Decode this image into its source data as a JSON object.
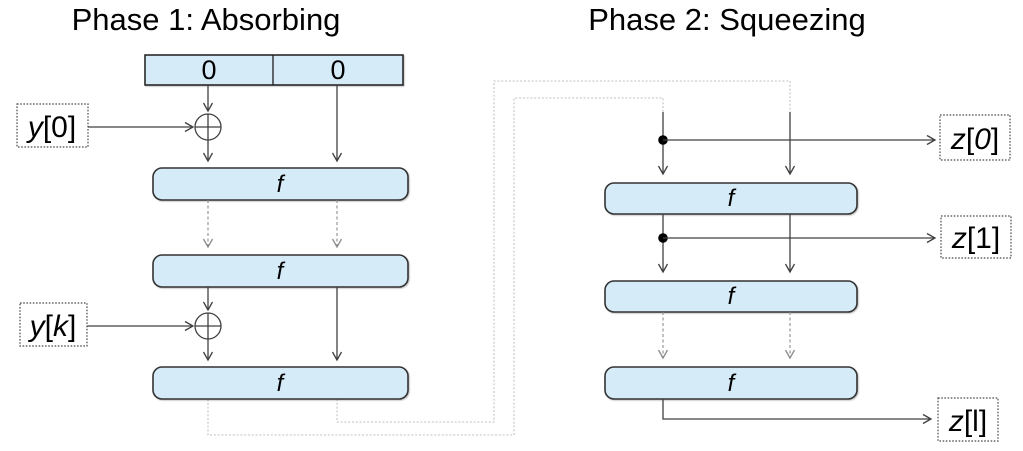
{
  "colors": {
    "box_fill": "#d6ebf8",
    "box_border": "#333333",
    "arrow": "#404040",
    "repeat_arrow": "#8c8c8c",
    "wrap_line": "#c2c2c2",
    "io_border": "#4a4a4a",
    "text": "#000000"
  },
  "phase1": {
    "title": "Phase 1: Absorbing",
    "state_register": {
      "cells": [
        "0",
        "0"
      ]
    },
    "f_boxes": [
      "f",
      "f",
      "f"
    ],
    "inputs": [
      {
        "var": "y",
        "open": "[",
        "index": "0",
        "close": "]"
      },
      {
        "var": "y",
        "open": "[",
        "index": "k",
        "close": "]"
      }
    ]
  },
  "phase2": {
    "title": "Phase 2: Squeezing",
    "f_boxes": [
      "f",
      "f",
      "f"
    ],
    "outputs": [
      {
        "var": "z",
        "open": "[",
        "index": "0",
        "close": "]"
      },
      {
        "var": "z",
        "open": "[",
        "index": "1",
        "close": "]"
      },
      {
        "var": "z",
        "open": "[",
        "index": "l",
        "close": "]"
      }
    ]
  }
}
